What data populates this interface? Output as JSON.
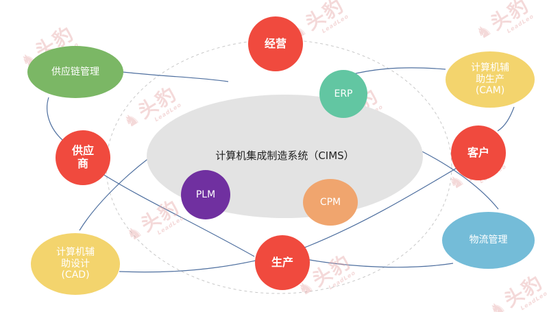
{
  "diagram": {
    "center_label": "计算机集成制造系统（CIMS）",
    "nodes": {
      "jingying": {
        "label": "经营",
        "color": "#f04a3e"
      },
      "supply_chain": {
        "label": "供应链管理",
        "color": "#7bb765"
      },
      "cam": {
        "label": "计算机辅\n助生产\n(CAM)",
        "color": "#f3d46d"
      },
      "supplier": {
        "label": "供应\n商",
        "color": "#f04a3e"
      },
      "customer": {
        "label": "客户",
        "color": "#f04a3e"
      },
      "erp": {
        "label": "ERP",
        "color": "#62c6a2"
      },
      "plm": {
        "label": "PLM",
        "color": "#7030a0"
      },
      "cpm": {
        "label": "CPM",
        "color": "#f0a56e"
      },
      "production": {
        "label": "生产",
        "color": "#f04a3e"
      },
      "logistics": {
        "label": "物流管理",
        "color": "#74bcd8"
      },
      "cad": {
        "label": "计算机辅\n助设计\n(CAD)",
        "color": "#f3d46d"
      }
    }
  },
  "watermark": {
    "text": "头豹",
    "sub": "LeadLeo"
  },
  "colors": {
    "line": "#4e6f9f",
    "dashed": "#c8c8c8",
    "center": "#e3e3e3",
    "watermark": "#e7a7a7"
  }
}
